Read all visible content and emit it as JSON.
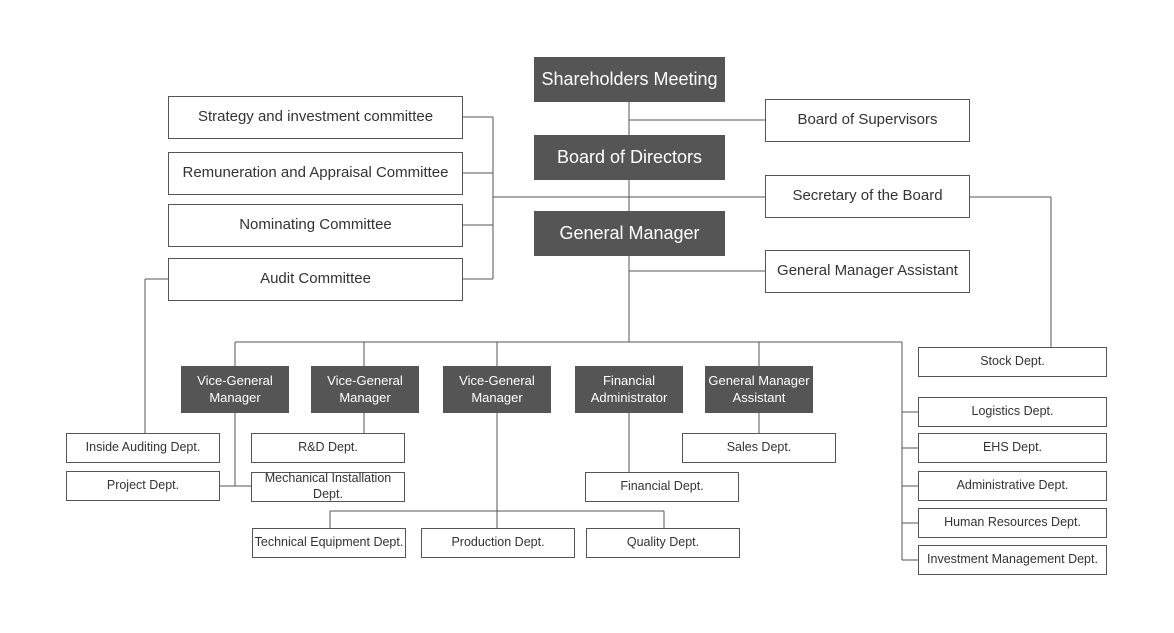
{
  "org_chart": {
    "top": {
      "shareholders": "Shareholders Meeting",
      "board_of_directors": "Board of Directors",
      "general_manager": "General Manager",
      "board_of_supervisors": "Board of Supervisors",
      "secretary_of_board": "Secretary of the Board",
      "gm_assistant_right": "General Manager Assistant"
    },
    "committees": [
      "Strategy and investment committee",
      "Remuneration and Appraisal Committee",
      "Nominating Committee",
      "Audit Committee"
    ],
    "managers": {
      "vgm_1": "Vice-General Manager",
      "vgm_2": "Vice-General Manager",
      "vgm_3": "Vice-General Manager",
      "financial_admin": "Financial Administrator",
      "gm_assistant": "General Manager Assistant"
    },
    "departments": {
      "inside_auditing": "Inside Auditing Dept.",
      "project": "Project Dept.",
      "rnd": "R&D Dept.",
      "mechanical_installation": "Mechanical Installation Dept.",
      "technical_equipment": "Technical Equipment Dept.",
      "production": "Production Dept.",
      "quality": "Quality Dept.",
      "financial": "Financial Dept.",
      "sales": "Sales Dept.",
      "stock": "Stock Dept.",
      "logistics": "Logistics Dept.",
      "ehs": "EHS Dept.",
      "administrative": "Administrative Dept.",
      "human_resources": "Human Resources Dept.",
      "investment_management": "Investment Management Dept."
    }
  }
}
